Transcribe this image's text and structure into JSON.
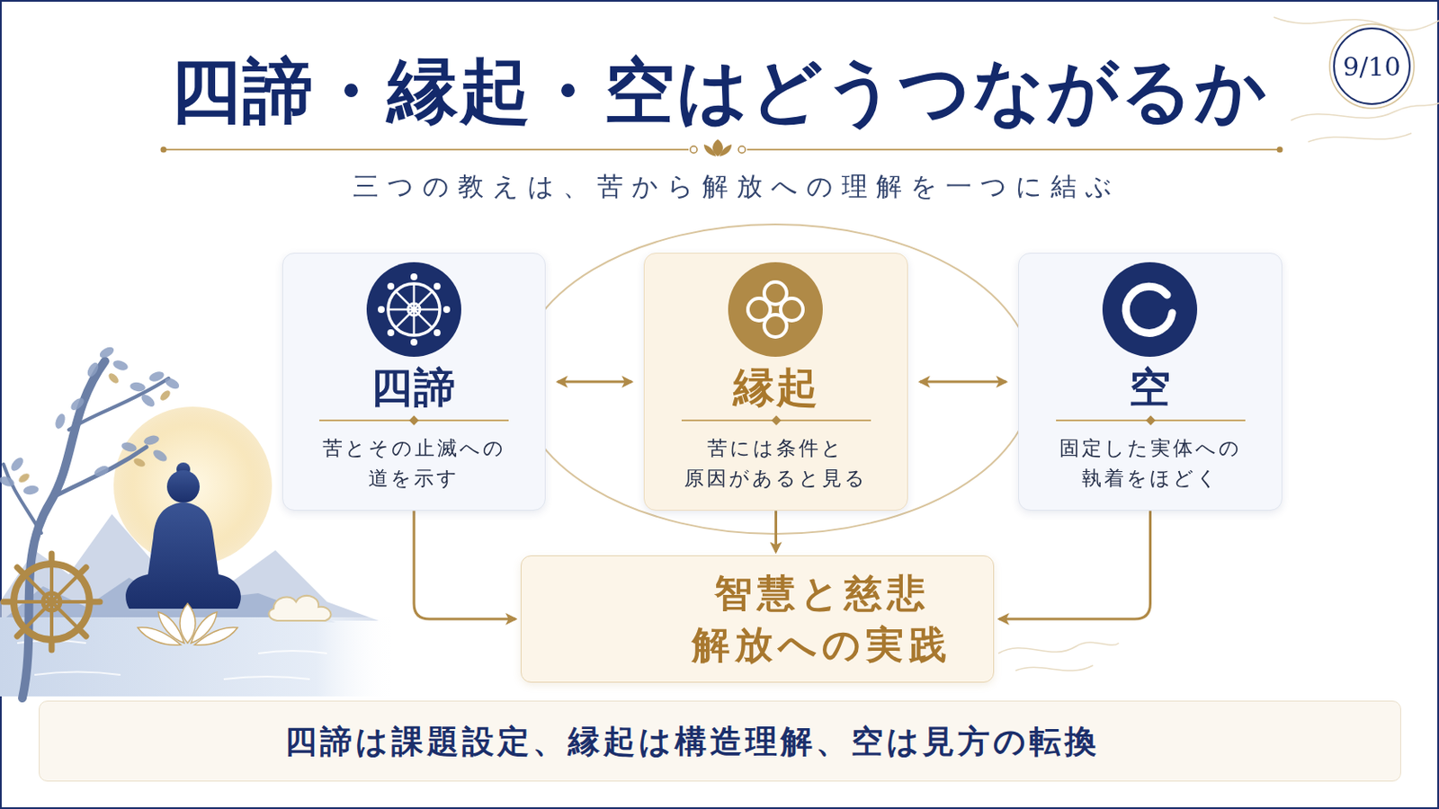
{
  "diagram": {
    "title": "四諦・縁起・空はどうつながるか",
    "nodes": [
      {
        "text": [
          "四諦",
          "苦とその止滅への 道を示す"
        ]
      },
      {
        "text": [
          "縁起",
          "苦には条件と 原因があると見る"
        ]
      },
      {
        "text": [
          "空",
          "固定した実体への 執着をほどく"
        ]
      },
      {
        "text": [
          "智慧と慈悲 解放への実践"
        ]
      },
      {
        "text": [
          "四諦は課題設定、縁起は構造理解、空は見方の転換"
        ]
      }
    ],
    "edges": [
      {
        "from": 0,
        "to": 1,
        "arrow": "both"
      },
      {
        "from": 1,
        "to": 2,
        "arrow": "both"
      },
      {
        "from": 0,
        "to": 3,
        "arrow": "to"
      },
      {
        "from": 1,
        "to": 3,
        "arrow": "to"
      },
      {
        "from": 2,
        "to": 3,
        "arrow": "to"
      }
    ],
    "labels": [
      "三つの教えは、苦から解放への理解を一つに結ぶ",
      "9/10"
    ]
  }
}
